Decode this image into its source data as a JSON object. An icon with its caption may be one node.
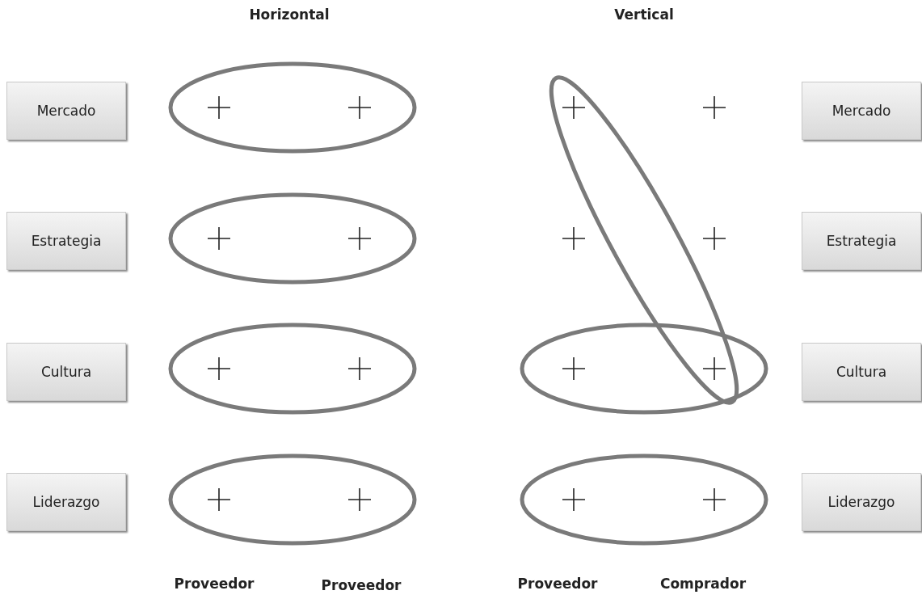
{
  "diagram": {
    "nodes": [
      {
        "text": [
          "Mercado"
        ]
      },
      {
        "text": [
          "Mercado"
        ]
      },
      {
        "text": [
          "Estrategia"
        ]
      },
      {
        "text": [
          "Estrategia"
        ]
      },
      {
        "text": [
          "Cultura"
        ]
      },
      {
        "text": [
          "Cultura"
        ]
      },
      {
        "text": [
          "Liderazgo"
        ]
      },
      {
        "text": [
          "Liderazgo"
        ]
      }
    ],
    "edges": [],
    "labels": [
      "Horizontal",
      "Vertical",
      "Proveedor",
      "Proveedor",
      "Proveedor",
      "Comprador"
    ]
  }
}
